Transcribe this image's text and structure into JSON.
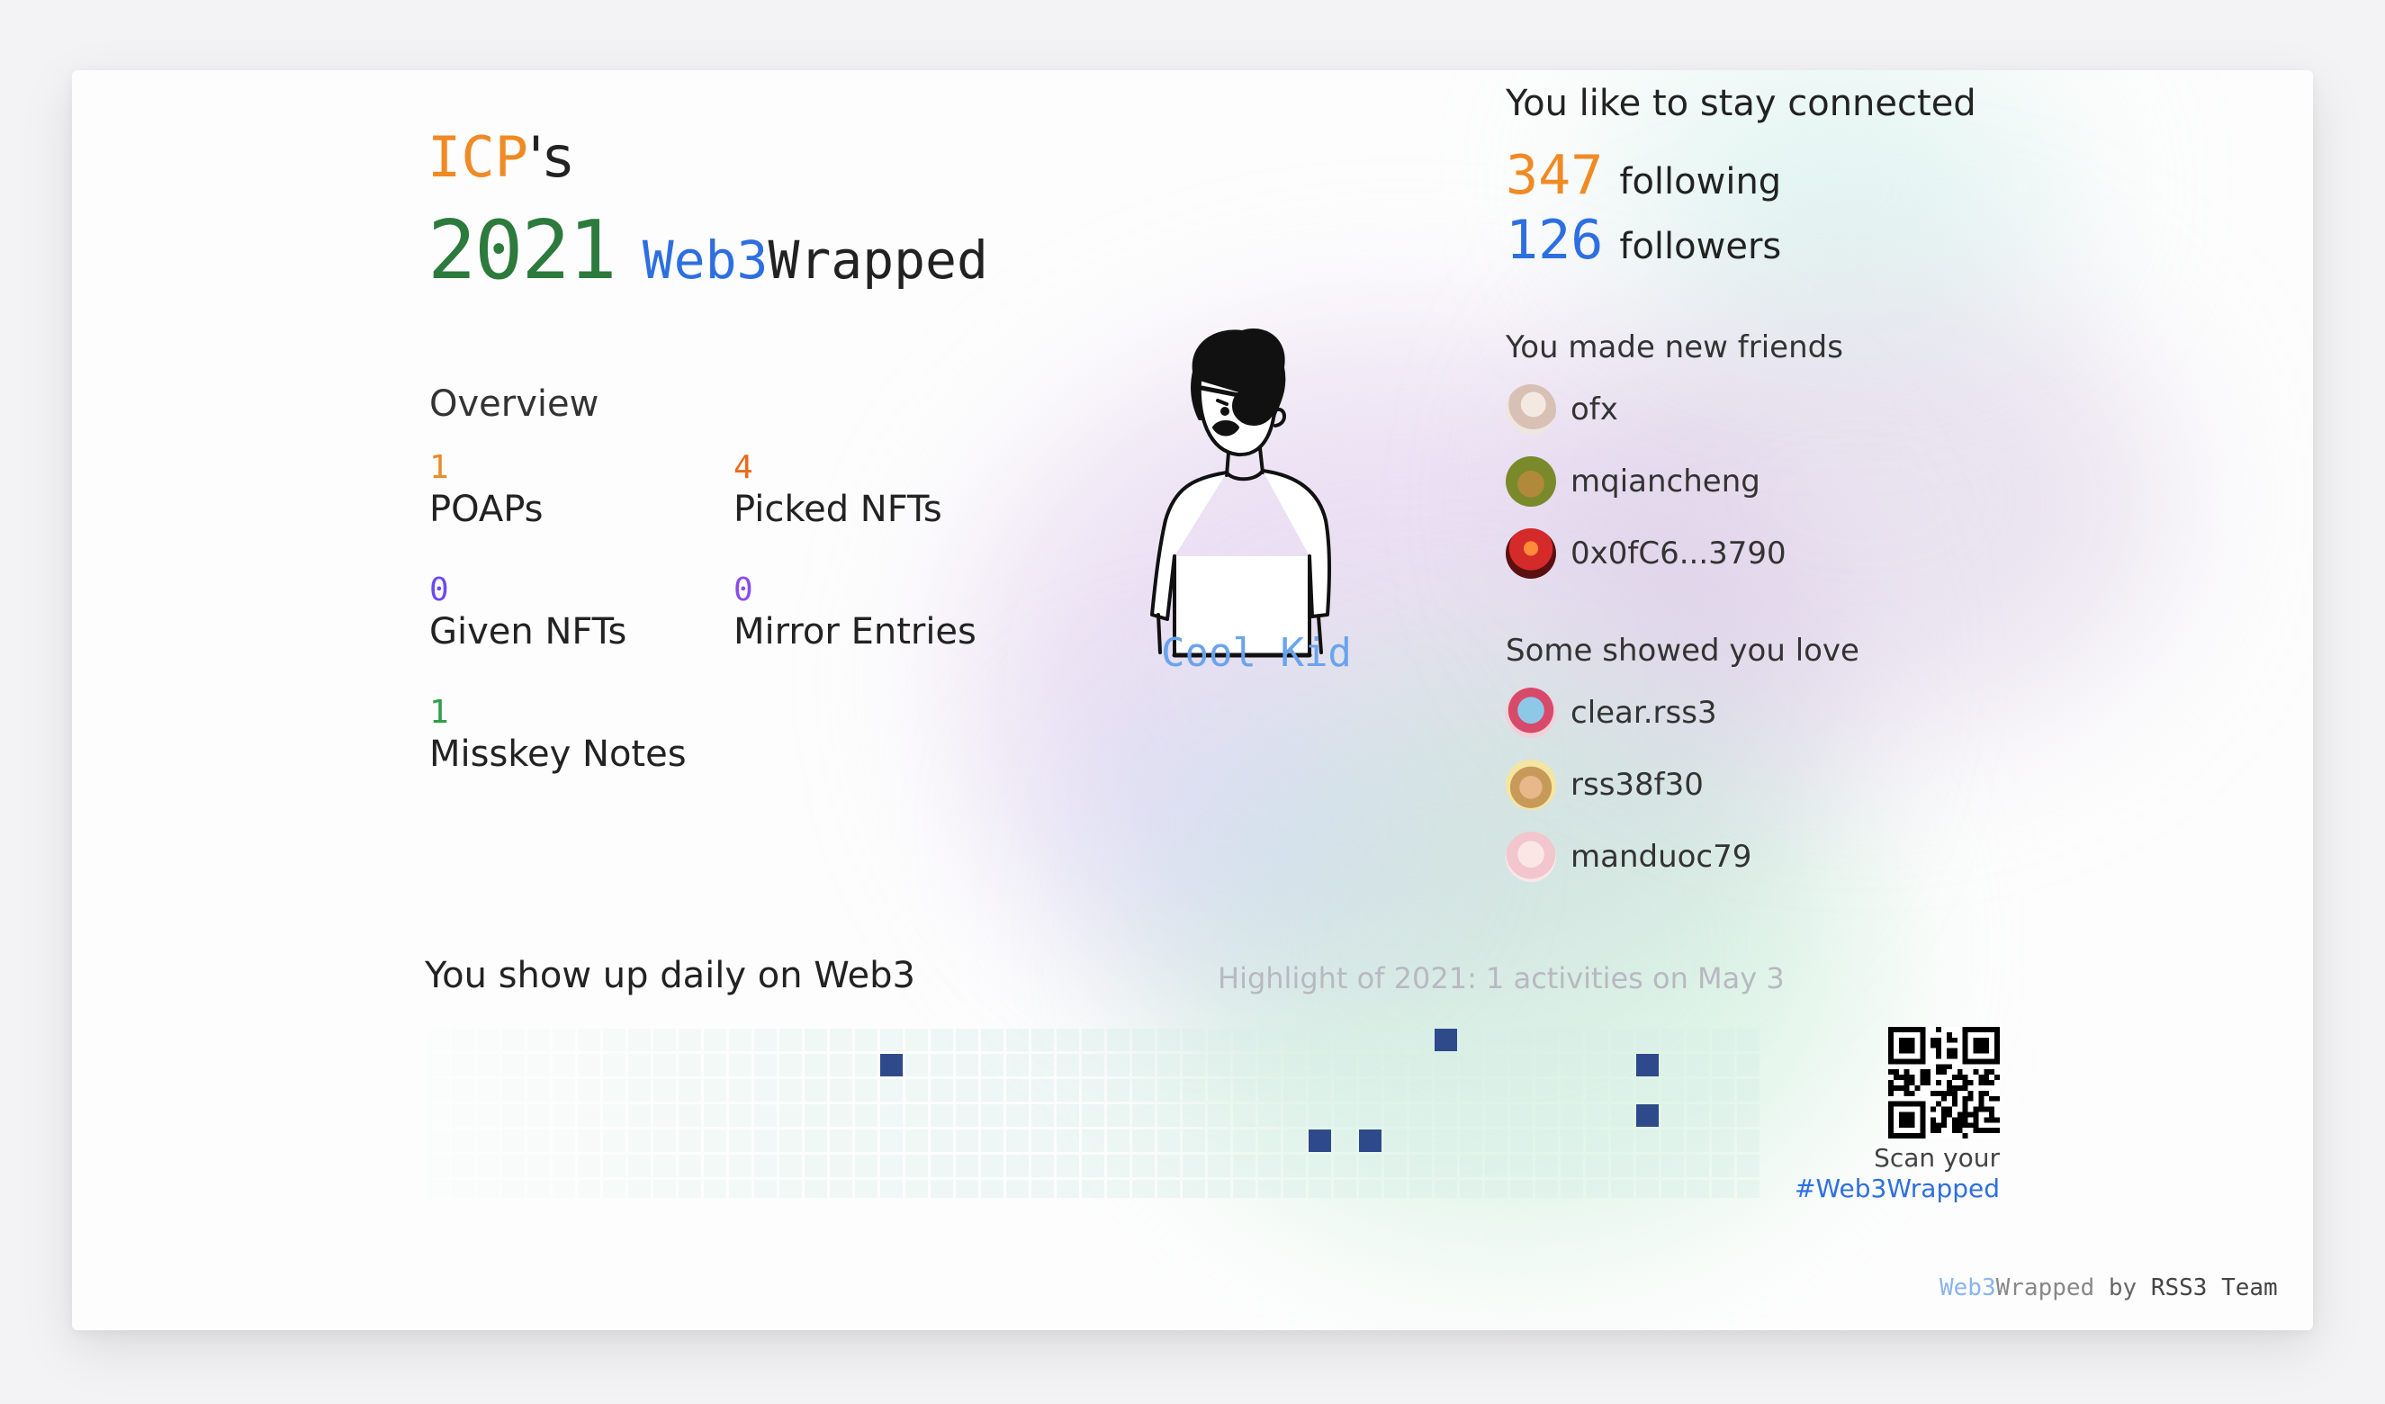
{
  "header": {
    "name": "ICP",
    "possessive": "'s",
    "year": "2021",
    "brand_a": "Web3",
    "brand_b": "Wrapped"
  },
  "overview": {
    "title": "Overview",
    "stats": [
      {
        "value": "1",
        "label": "POAPs",
        "color": "#ea8a2a"
      },
      {
        "value": "4",
        "label": "Picked NFTs",
        "color": "#ea6a1a"
      },
      {
        "value": "0",
        "label": "Given NFTs",
        "color": "#6a4af0"
      },
      {
        "value": "0",
        "label": "Mirror Entries",
        "color": "#8a4af0"
      },
      {
        "value": "1",
        "label": "Misskey Notes",
        "color": "#2aa04a"
      }
    ]
  },
  "persona": {
    "label": "Cool Kid",
    "icon": "cool-kid-eyepatch-illustration"
  },
  "connections": {
    "title": "You like to stay connected",
    "following_count": "347",
    "following_label": "following",
    "followers_count": "126",
    "followers_label": "followers"
  },
  "new_friends": {
    "title": "You made new friends",
    "items": [
      {
        "name": "ofx",
        "avatar": "anime-girl-avatar"
      },
      {
        "name": "mqiancheng",
        "avatar": "ape-avatar"
      },
      {
        "name": "0x0fC6...3790",
        "avatar": "sunset-avatar"
      }
    ]
  },
  "showed_love": {
    "title": "Some showed you love",
    "items": [
      {
        "name": "clear.rss3",
        "avatar": "bird-avatar"
      },
      {
        "name": "rss38f30",
        "avatar": "cartoon-avatar"
      },
      {
        "name": "manduoc79",
        "avatar": "anime-avatar"
      }
    ]
  },
  "activity": {
    "title": "You show up daily on Web3",
    "highlight": "Highlight of 2021: 1 activities on May 3",
    "active_cells": [
      [
        40,
        0
      ],
      [
        18,
        1
      ],
      [
        48,
        1
      ],
      [
        48,
        3
      ],
      [
        35,
        4
      ],
      [
        37,
        4
      ]
    ]
  },
  "qr": {
    "caption": "Scan your",
    "hashtag": "#Web3Wrapped"
  },
  "footer": {
    "brand_a": "Web3",
    "brand_b": "Wrapped",
    "by": " by ",
    "team": "RSS3 Team"
  },
  "colors": {
    "orange": "#f08a24",
    "green": "#2c7a3c",
    "blue": "#2e6fe0",
    "light_blue": "#6aa3ee",
    "heat_active": "#2f4a8a"
  }
}
